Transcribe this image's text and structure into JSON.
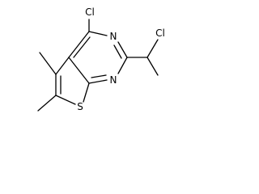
{
  "molecule": {
    "atoms": {
      "cl4": "Cl",
      "n3": "N",
      "n1": "N",
      "s7": "S",
      "cl_side": "Cl"
    }
  }
}
